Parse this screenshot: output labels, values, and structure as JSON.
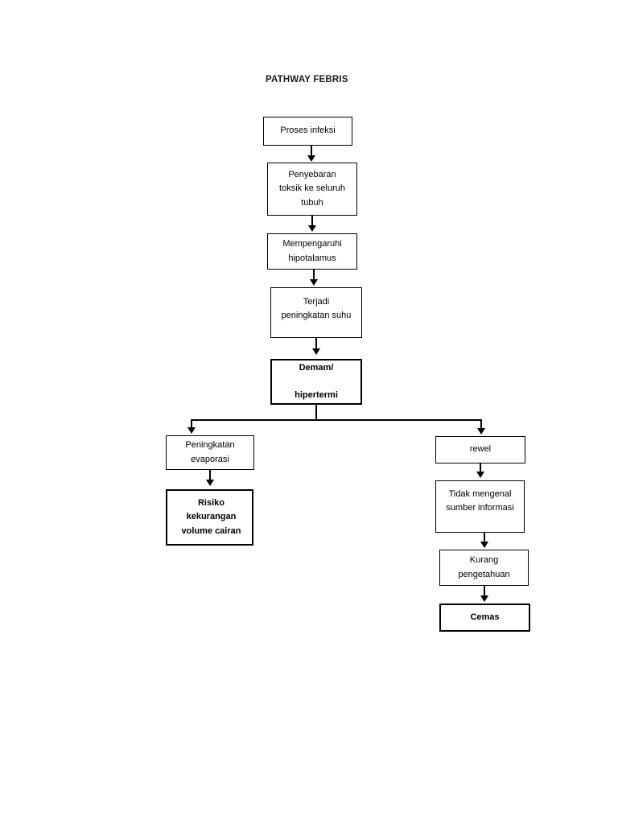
{
  "document": {
    "title": "PATHWAY FEBRIS",
    "background_color": "#ffffff",
    "text_color": "#000000",
    "line_color": "#000000"
  },
  "diagram": {
    "type": "flowchart",
    "orientation": "top-to-bottom",
    "nodes": [
      {
        "id": "n1",
        "label": "Proses infeksi",
        "emphasis": "normal"
      },
      {
        "id": "n2",
        "label": "Penyebaran\ntoksik ke seluruh\ntubuh",
        "emphasis": "normal"
      },
      {
        "id": "n3",
        "label": "Mempengaruhi\nhipotalamus",
        "emphasis": "normal"
      },
      {
        "id": "n4",
        "label": "Terjadi\npeningkatan suhu",
        "emphasis": "normal"
      },
      {
        "id": "n5",
        "label": "Demam/\n\nhipertermi",
        "emphasis": "bold"
      },
      {
        "id": "n6",
        "label": "Peningkatan\nevaporasi",
        "emphasis": "normal"
      },
      {
        "id": "n7",
        "label": "Risiko\nkekurangan\nvolume cairan",
        "emphasis": "bold"
      },
      {
        "id": "n8",
        "label": "rewel",
        "emphasis": "normal"
      },
      {
        "id": "n9",
        "label": "Tidak mengenal\nsumber informasi",
        "emphasis": "normal"
      },
      {
        "id": "n10",
        "label": "Kurang\npengetahuan",
        "emphasis": "normal"
      },
      {
        "id": "n11",
        "label": "Cemas",
        "emphasis": "bold"
      }
    ],
    "edges": [
      {
        "from": "n1",
        "to": "n2",
        "style": "arrow"
      },
      {
        "from": "n2",
        "to": "n3",
        "style": "arrow"
      },
      {
        "from": "n3",
        "to": "n4",
        "style": "arrow"
      },
      {
        "from": "n4",
        "to": "n5",
        "style": "arrow"
      },
      {
        "from": "n5",
        "to": "n6",
        "style": "branch-arrow"
      },
      {
        "from": "n5",
        "to": "n8",
        "style": "branch-arrow"
      },
      {
        "from": "n6",
        "to": "n7",
        "style": "arrow"
      },
      {
        "from": "n8",
        "to": "n9",
        "style": "arrow"
      },
      {
        "from": "n9",
        "to": "n10",
        "style": "arrow"
      },
      {
        "from": "n10",
        "to": "n11",
        "style": "arrow"
      }
    ]
  }
}
